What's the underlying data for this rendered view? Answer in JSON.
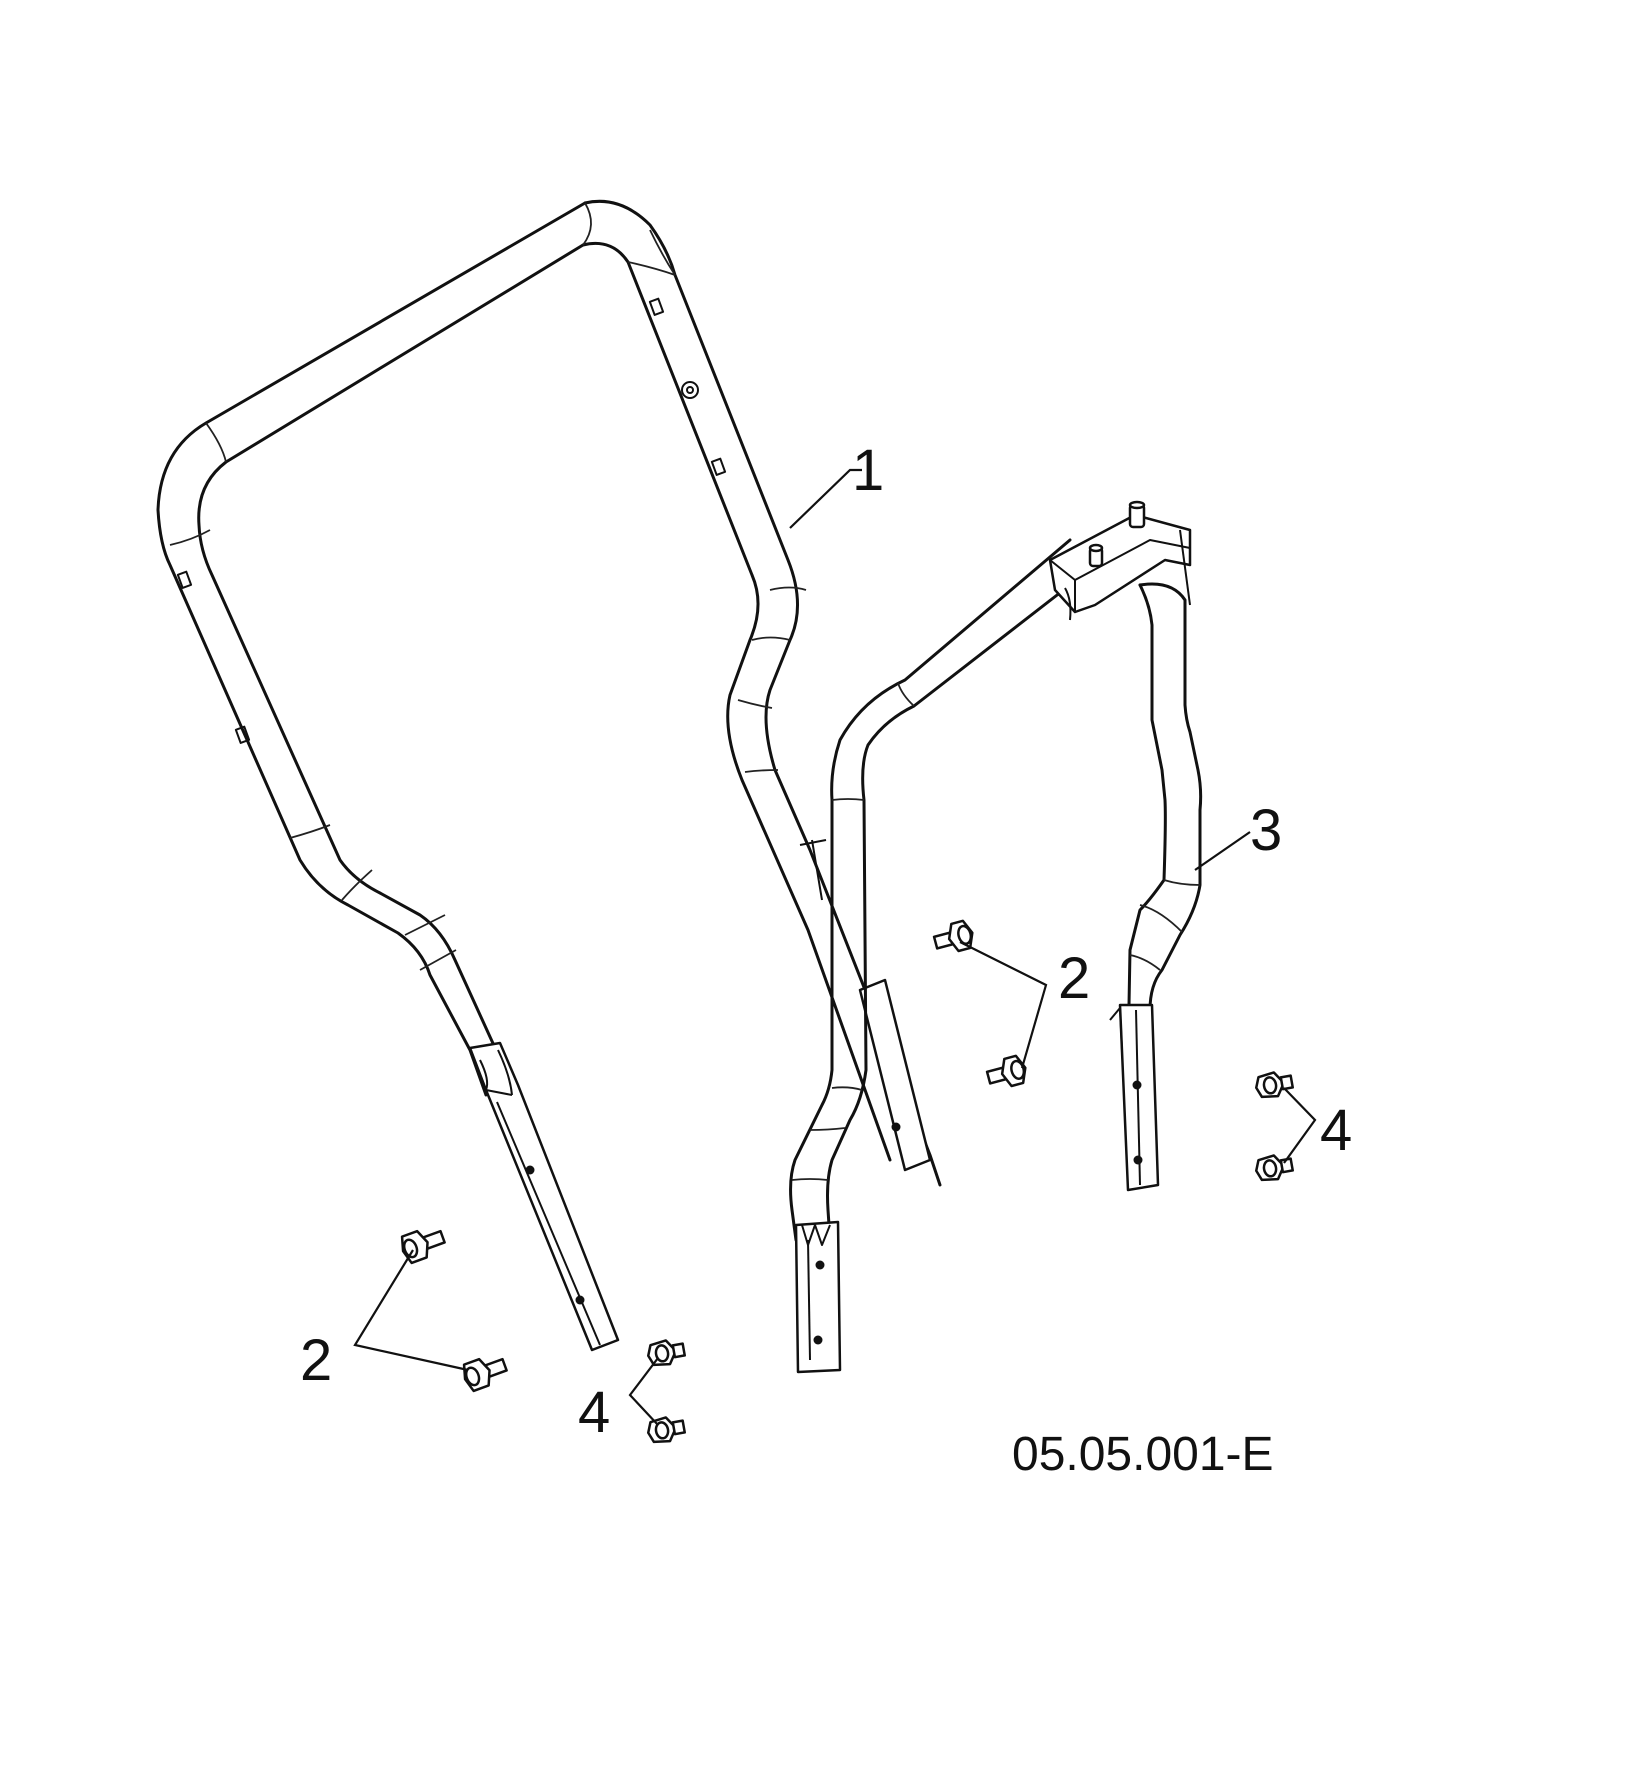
{
  "callouts": {
    "part_1": "1",
    "part_2_upper": "2",
    "part_2_lower": "2",
    "part_3": "3",
    "part_4_right": "4",
    "part_4_lower": "4"
  },
  "drawing_code": "05.05.001-E"
}
